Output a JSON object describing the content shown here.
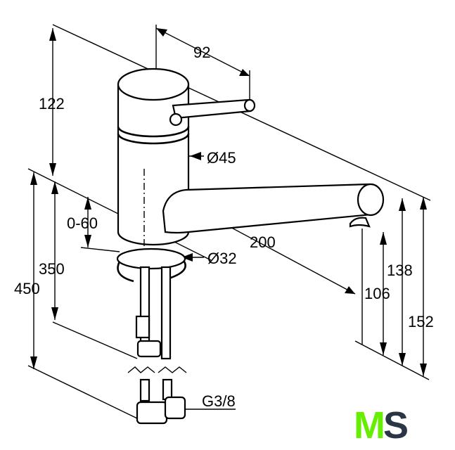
{
  "drawing": {
    "dimensions": {
      "lever_reach": "92",
      "height_top": "122",
      "body_diameter": "Ø45",
      "deck_thickness": "0-60",
      "spout_reach": "200",
      "base_diameter": "Ø32",
      "hose_350": "350",
      "hose_450": "450",
      "height_138": "138",
      "height_106": "106",
      "height_152": "152",
      "thread": "G3/8"
    }
  },
  "logo": {
    "text_m": "M",
    "text_s": "S",
    "color_m": "#66ee00",
    "color_s": "#2a3545"
  }
}
